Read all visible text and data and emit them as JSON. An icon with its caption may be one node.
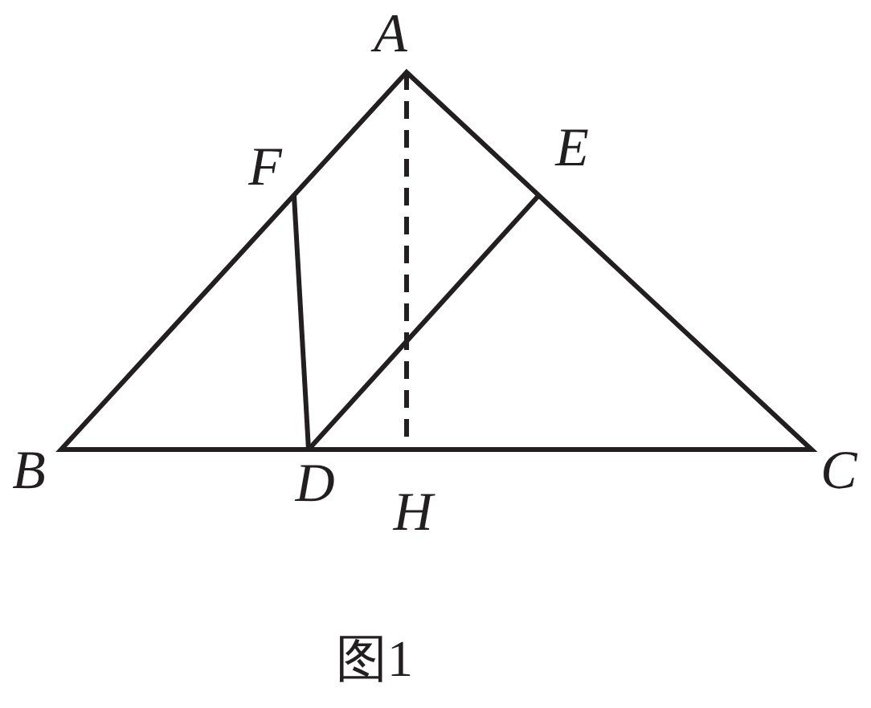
{
  "diagram": {
    "caption": "图1",
    "labels": [
      "A",
      "F",
      "E",
      "B",
      "D",
      "H",
      "C"
    ]
  }
}
